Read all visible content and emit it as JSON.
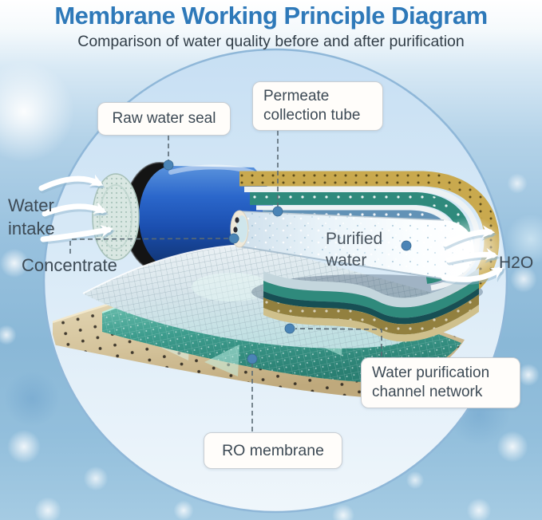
{
  "header": {
    "title": "Membrane Working Principle Diagram",
    "subtitle": "Comparison of water quality before and after purification"
  },
  "labels": {
    "raw_water_seal": "Raw water seal",
    "permeate_collection_tube": "Permeate collection tube",
    "water_intake": "Water intake",
    "concentrate": "Concentrate",
    "purified_water": "Purified water",
    "h2o": "H2O",
    "water_purification_channel_network": "Water purification channel network",
    "ro_membrane": "RO membrane"
  },
  "icons": {
    "intake_arrows": "three curved white flow arrows entering membrane",
    "outflow_arrows": "three curved white flow arrows exiting tube",
    "connector_dot": "blue anchor dot on dashed callout line"
  },
  "colors": {
    "title_blue": "#2e79b9",
    "text_dark": "#3d4a55",
    "box_bg": "#fffdfa",
    "box_border": "#c9ced3",
    "connector": "#5a6a74",
    "dot_blue": "#4a84b6",
    "circle_stroke": "#8fb7d8",
    "cylinder_blue": "#2b67cb",
    "seal_black": "#141414",
    "membrane_teal": "#2f8a7c",
    "sheet_tan": "#d5c49c",
    "tube_white": "#f4fafd",
    "water_background": "#9cc4e0"
  }
}
